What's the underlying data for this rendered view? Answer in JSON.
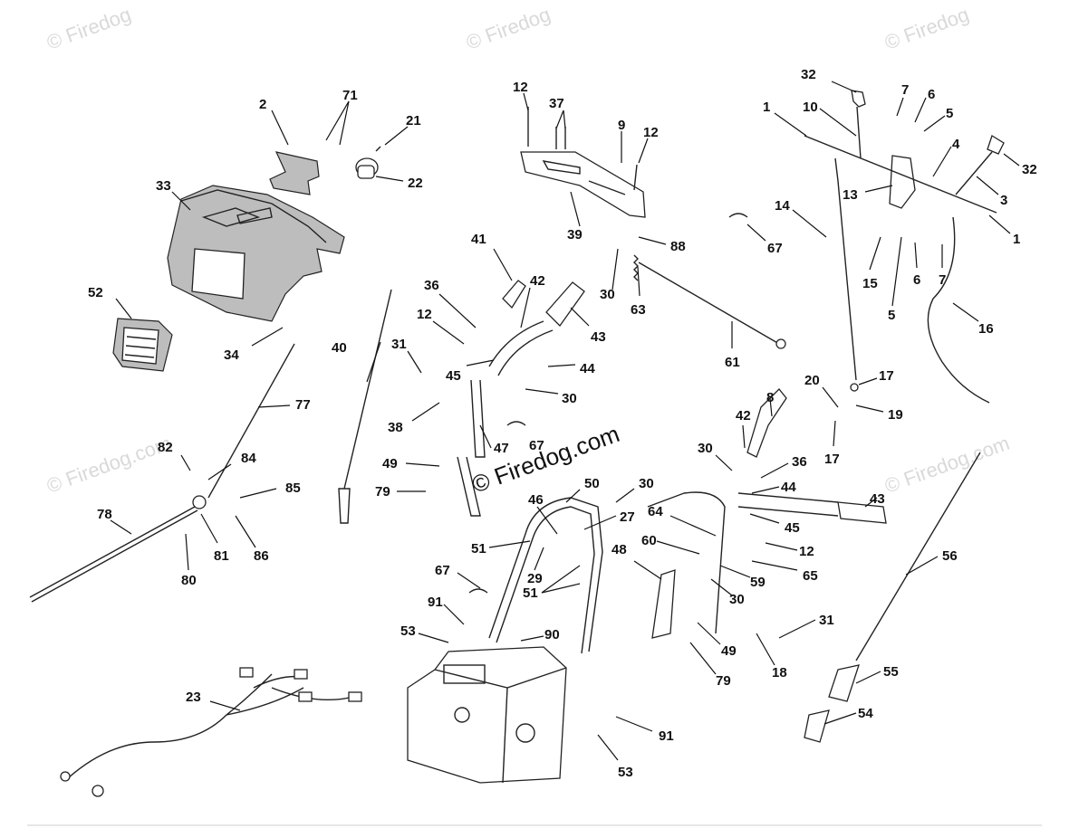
{
  "watermarks": {
    "top_left": "© Firedog",
    "top_center": "© Firedog",
    "top_right": "© Firedog",
    "mid_left": "© Firedog.com",
    "mid_right": "© Firedog.com",
    "center": "© Firedog.com"
  },
  "callouts": [
    {
      "id": "c2",
      "label": "2"
    },
    {
      "id": "c71",
      "label": "71"
    },
    {
      "id": "c21",
      "label": "21"
    },
    {
      "id": "c22",
      "label": "22"
    },
    {
      "id": "c33",
      "label": "33"
    },
    {
      "id": "c52",
      "label": "52"
    },
    {
      "id": "c34",
      "label": "34"
    },
    {
      "id": "c12a",
      "label": "12"
    },
    {
      "id": "c37",
      "label": "37"
    },
    {
      "id": "c9",
      "label": "9"
    },
    {
      "id": "c12b",
      "label": "12"
    },
    {
      "id": "c39",
      "label": "39"
    },
    {
      "id": "c88",
      "label": "88"
    },
    {
      "id": "c30a",
      "label": "30"
    },
    {
      "id": "c63",
      "label": "63"
    },
    {
      "id": "c61",
      "label": "61"
    },
    {
      "id": "c41",
      "label": "41"
    },
    {
      "id": "c42a",
      "label": "42"
    },
    {
      "id": "c36a",
      "label": "36"
    },
    {
      "id": "c43a",
      "label": "43"
    },
    {
      "id": "c12c",
      "label": "12"
    },
    {
      "id": "c31a",
      "label": "31"
    },
    {
      "id": "c45a",
      "label": "45"
    },
    {
      "id": "c44a",
      "label": "44"
    },
    {
      "id": "c30b",
      "label": "30"
    },
    {
      "id": "c38",
      "label": "38"
    },
    {
      "id": "c67a",
      "label": "67"
    },
    {
      "id": "c40",
      "label": "40"
    },
    {
      "id": "c77",
      "label": "77"
    },
    {
      "id": "c47",
      "label": "47"
    },
    {
      "id": "c49a",
      "label": "49"
    },
    {
      "id": "c79a",
      "label": "79"
    },
    {
      "id": "c82",
      "label": "82"
    },
    {
      "id": "c84",
      "label": "84"
    },
    {
      "id": "c85",
      "label": "85"
    },
    {
      "id": "c78",
      "label": "78"
    },
    {
      "id": "c81",
      "label": "81"
    },
    {
      "id": "c86",
      "label": "86"
    },
    {
      "id": "c80",
      "label": "80"
    },
    {
      "id": "c46",
      "label": "46"
    },
    {
      "id": "c50",
      "label": "50"
    },
    {
      "id": "c30c",
      "label": "30"
    },
    {
      "id": "c27",
      "label": "27"
    },
    {
      "id": "c51a",
      "label": "51"
    },
    {
      "id": "c29",
      "label": "29"
    },
    {
      "id": "c51b",
      "label": "51"
    },
    {
      "id": "c48",
      "label": "48"
    },
    {
      "id": "c67b",
      "label": "67"
    },
    {
      "id": "c91a",
      "label": "91"
    },
    {
      "id": "c53a",
      "label": "53"
    },
    {
      "id": "c90",
      "label": "90"
    },
    {
      "id": "c23",
      "label": "23"
    },
    {
      "id": "c91b",
      "label": "91"
    },
    {
      "id": "c53b",
      "label": "53"
    },
    {
      "id": "c32a",
      "label": "32"
    },
    {
      "id": "c10",
      "label": "10"
    },
    {
      "id": "c1a",
      "label": "1"
    },
    {
      "id": "c7a",
      "label": "7"
    },
    {
      "id": "c6a",
      "label": "6"
    },
    {
      "id": "c5a",
      "label": "5"
    },
    {
      "id": "c4",
      "label": "4"
    },
    {
      "id": "c32b",
      "label": "32"
    },
    {
      "id": "c3",
      "label": "3"
    },
    {
      "id": "c13",
      "label": "13"
    },
    {
      "id": "c1b",
      "label": "1"
    },
    {
      "id": "c14",
      "label": "14"
    },
    {
      "id": "c67c",
      "label": "67"
    },
    {
      "id": "c15",
      "label": "15"
    },
    {
      "id": "c6b",
      "label": "6"
    },
    {
      "id": "c7b",
      "label": "7"
    },
    {
      "id": "c5b",
      "label": "5"
    },
    {
      "id": "c16",
      "label": "16"
    },
    {
      "id": "c20",
      "label": "20"
    },
    {
      "id": "c17a",
      "label": "17"
    },
    {
      "id": "c19",
      "label": "19"
    },
    {
      "id": "c17b",
      "label": "17"
    },
    {
      "id": "c8",
      "label": "8"
    },
    {
      "id": "c42b",
      "label": "42"
    },
    {
      "id": "c30d",
      "label": "30"
    },
    {
      "id": "c36b",
      "label": "36"
    },
    {
      "id": "c44b",
      "label": "44"
    },
    {
      "id": "c43b",
      "label": "43"
    },
    {
      "id": "c45b",
      "label": "45"
    },
    {
      "id": "c12d",
      "label": "12"
    },
    {
      "id": "c64",
      "label": "64"
    },
    {
      "id": "c60",
      "label": "60"
    },
    {
      "id": "c59",
      "label": "59"
    },
    {
      "id": "c65",
      "label": "65"
    },
    {
      "id": "c30e",
      "label": "30"
    },
    {
      "id": "c49b",
      "label": "49"
    },
    {
      "id": "c79b",
      "label": "79"
    },
    {
      "id": "c31b",
      "label": "31"
    },
    {
      "id": "c18",
      "label": "18"
    },
    {
      "id": "c56",
      "label": "56"
    },
    {
      "id": "c55",
      "label": "55"
    },
    {
      "id": "c54",
      "label": "54"
    }
  ]
}
